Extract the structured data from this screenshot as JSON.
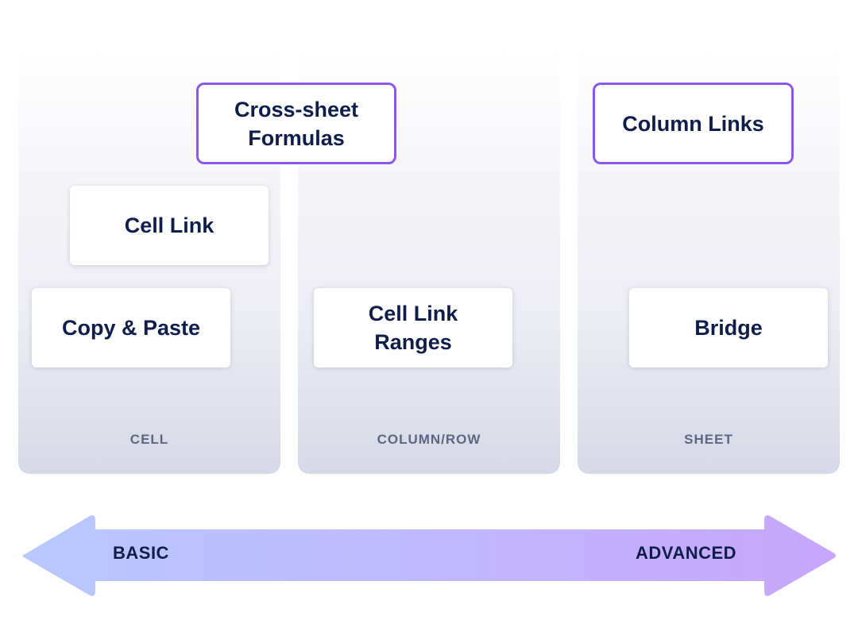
{
  "columns": [
    {
      "label": "CELL"
    },
    {
      "label": "COLUMN/ROW"
    },
    {
      "label": "SHEET"
    }
  ],
  "cards": {
    "cross_sheet": "Cross-sheet\nFormulas",
    "column_links": "Column Links",
    "cell_link": "Cell Link",
    "copy_paste": "Copy & Paste",
    "cell_link_ranges": "Cell Link\nRanges",
    "bridge": "Bridge"
  },
  "arrow": {
    "left_label": "BASIC",
    "right_label": "ADVANCED",
    "gradient_start": "#b8c9ff",
    "gradient_end": "#c7a6fb"
  },
  "colors": {
    "highlight_border": "#8a58e6",
    "card_text": "#0f1d4a",
    "column_label": "#5e6682"
  }
}
